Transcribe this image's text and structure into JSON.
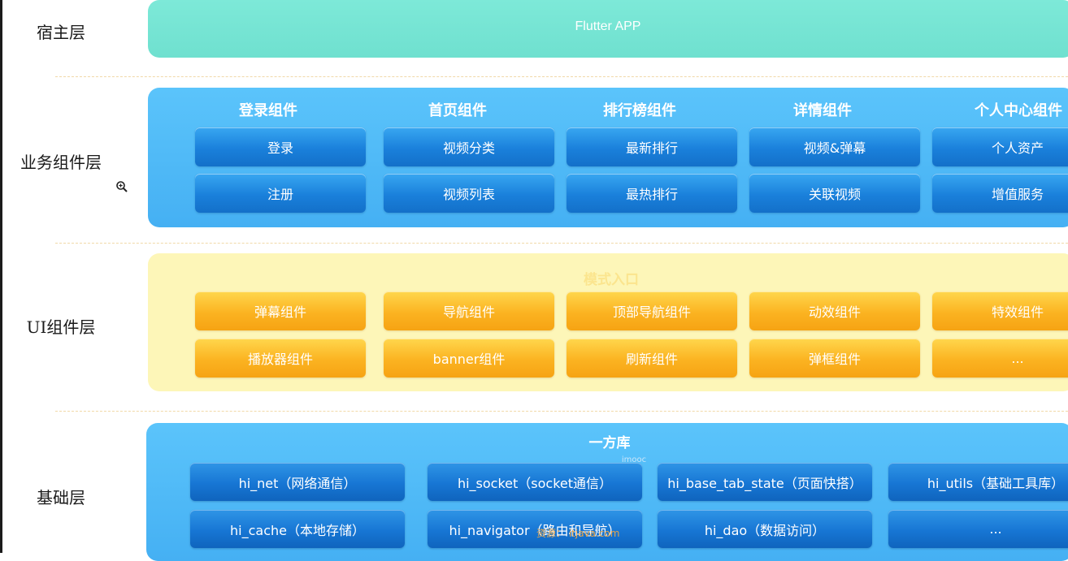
{
  "labels": {
    "host": "宿主层",
    "business": "业务组件层",
    "ui": "UI组件层",
    "base": "基础层"
  },
  "host": {
    "title": "Flutter APP"
  },
  "business": {
    "columns": [
      {
        "title": "登录组件",
        "items": [
          "登录",
          "注册"
        ]
      },
      {
        "title": "首页组件",
        "items": [
          "视频分类",
          "视频列表"
        ]
      },
      {
        "title": "排行榜组件",
        "items": [
          "最新排行",
          "最热排行"
        ]
      },
      {
        "title": "详情组件",
        "items": [
          "视频&弹幕",
          "关联视频"
        ]
      },
      {
        "title": "个人中心组件",
        "items": [
          "个人资产",
          "增值服务"
        ]
      }
    ]
  },
  "ui": {
    "title": "模式入口",
    "rows": [
      [
        "弹幕组件",
        "导航组件",
        "顶部导航组件",
        "动效组件",
        "特效组件"
      ],
      [
        "播放器组件",
        "banner组件",
        "刷新组件",
        "弹框组件",
        "..."
      ]
    ]
  },
  "base": {
    "title": "一方库",
    "subtitle": "imooc",
    "rows": [
      [
        "hi_net（网络通信）",
        "hi_socket（socket通信）",
        "hi_base_tab_state（页面快搭）",
        "hi_utils（基础工具库）"
      ],
      [
        "hi_cache（本地存储）",
        "hi_navigator（路由和导航）",
        "hi_dao（数据访问）",
        "..."
      ]
    ]
  },
  "watermark": "资源：  itjava.com",
  "colors": {
    "host_panel": "#74e6d5",
    "business_panel": "#52bdf8",
    "ui_panel": "#fdf6b8",
    "base_panel": "#52bdf8",
    "blue_button": "#1a80db",
    "orange_button": "#fbb321"
  }
}
